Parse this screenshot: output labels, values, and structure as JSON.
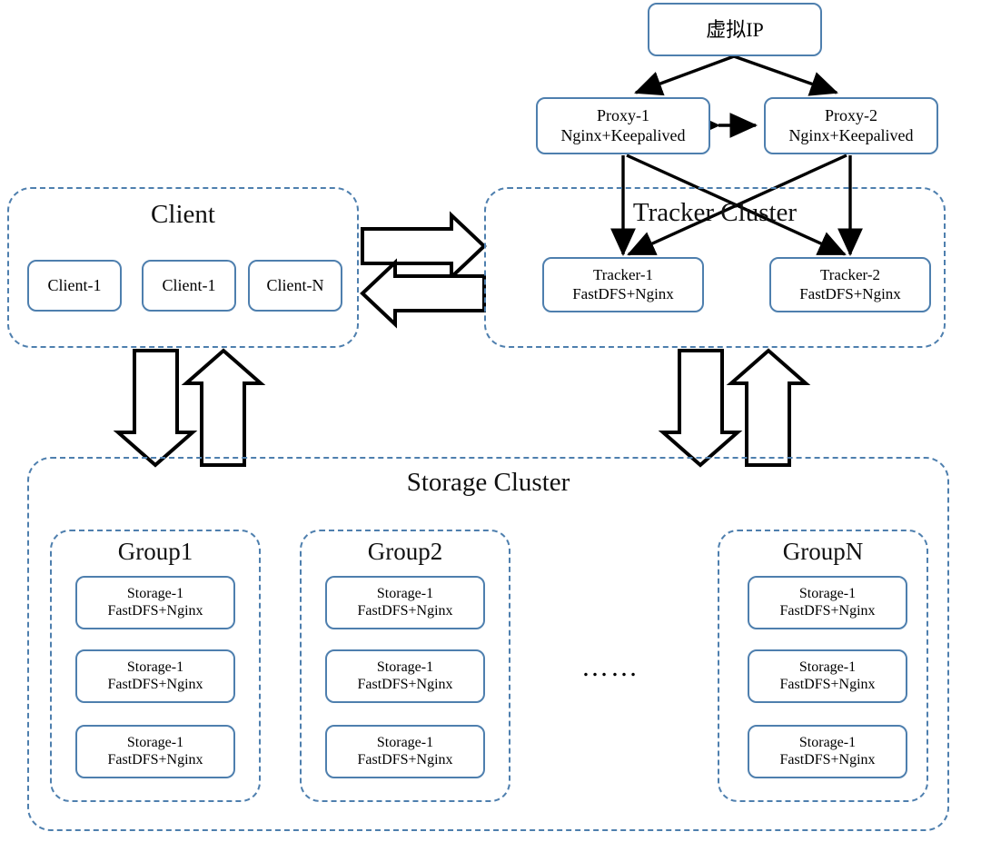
{
  "diagram": {
    "title": "FastDFS distributed file system cluster architecture",
    "colors": {
      "node_border": "#4E7FAE",
      "zone_border": "#4E7FAE",
      "arrow_stroke": "#000000",
      "arrow_fill": "#FFFFFF",
      "background": "#FFFFFF",
      "text": "#000000"
    },
    "ellipsis": "……"
  },
  "vip": {
    "label": "虚拟IP"
  },
  "proxies": [
    {
      "line1": "Proxy-1",
      "line2": "Nginx+Keepalived"
    },
    {
      "line1": "Proxy-2",
      "line2": "Nginx+Keepalived"
    }
  ],
  "client_zone": {
    "title": "Client",
    "clients": [
      {
        "label": "Client-1"
      },
      {
        "label": "Client-1"
      },
      {
        "label": "Client-N"
      }
    ]
  },
  "tracker_zone": {
    "title": "Tracker Cluster",
    "trackers": [
      {
        "line1": "Tracker-1",
        "line2": "FastDFS+Nginx"
      },
      {
        "line1": "Tracker-2",
        "line2": "FastDFS+Nginx"
      }
    ]
  },
  "storage_zone": {
    "title": "Storage Cluster",
    "groups": [
      {
        "title": "Group1",
        "nodes": [
          {
            "line1": "Storage-1",
            "line2": "FastDFS+Nginx"
          },
          {
            "line1": "Storage-1",
            "line2": "FastDFS+Nginx"
          },
          {
            "line1": "Storage-1",
            "line2": "FastDFS+Nginx"
          }
        ]
      },
      {
        "title": "Group2",
        "nodes": [
          {
            "line1": "Storage-1",
            "line2": "FastDFS+Nginx"
          },
          {
            "line1": "Storage-1",
            "line2": "FastDFS+Nginx"
          },
          {
            "line1": "Storage-1",
            "line2": "FastDFS+Nginx"
          }
        ]
      },
      {
        "title": "GroupN",
        "nodes": [
          {
            "line1": "Storage-1",
            "line2": "FastDFS+Nginx"
          },
          {
            "line1": "Storage-1",
            "line2": "FastDFS+Nginx"
          },
          {
            "line1": "Storage-1",
            "line2": "FastDFS+Nginx"
          }
        ]
      }
    ]
  }
}
